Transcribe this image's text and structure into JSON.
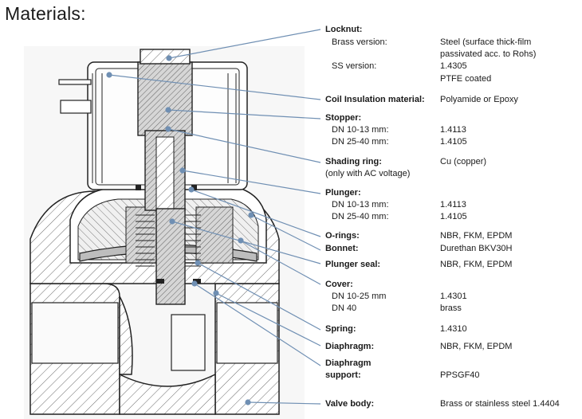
{
  "heading": "Materials:",
  "rows": [
    {
      "label": "Locknut:",
      "subs": [
        "Brass version:",
        "",
        "SS version:",
        ""
      ],
      "values": [
        "Steel (surface thick-film",
        "passivated acc. to Rohs)",
        "1.4305",
        "PTFE coated"
      ]
    },
    {
      "label": "Coil Insulation material:",
      "subs": [],
      "values": [
        "Polyamide or Epoxy"
      ]
    },
    {
      "label": "Stopper:",
      "subs": [
        "DN 10-13 mm:",
        "DN 25-40 mm:"
      ],
      "values": [
        "",
        "1.4113",
        "1.4105"
      ]
    },
    {
      "label": "Shading ring:",
      "subs": [
        "(only with AC voltage)"
      ],
      "values": [
        "Cu (copper)"
      ]
    },
    {
      "label": "Plunger:",
      "subs": [
        "DN 10-13 mm:",
        "DN 25-40 mm:"
      ],
      "values": [
        "",
        "1.4113",
        "1.4105"
      ]
    },
    {
      "label": "O-rings:",
      "subs": [],
      "values": [
        "NBR, FKM, EPDM"
      ]
    },
    {
      "label": "Bonnet:",
      "subs": [],
      "values": [
        "Durethan BKV30H"
      ]
    },
    {
      "label": "Plunger seal:",
      "subs": [],
      "values": [
        "NBR, FKM, EPDM"
      ]
    },
    {
      "label": "Cover:",
      "subs": [
        "DN 10-25 mm",
        "DN 40"
      ],
      "values": [
        "",
        "1.4301",
        "brass"
      ]
    },
    {
      "label": "Spring:",
      "subs": [],
      "values": [
        "1.4310"
      ]
    },
    {
      "label": "Diaphragm:",
      "subs": [],
      "values": [
        "NBR, FKM, EPDM"
      ]
    },
    {
      "label": "Diaphragm",
      "subs": [
        "support:"
      ],
      "values": [
        "",
        "PPSGF40"
      ]
    },
    {
      "label": "Valve body:",
      "subs": [],
      "values": [
        "Brass or stainless steel 1.4404"
      ]
    }
  ]
}
